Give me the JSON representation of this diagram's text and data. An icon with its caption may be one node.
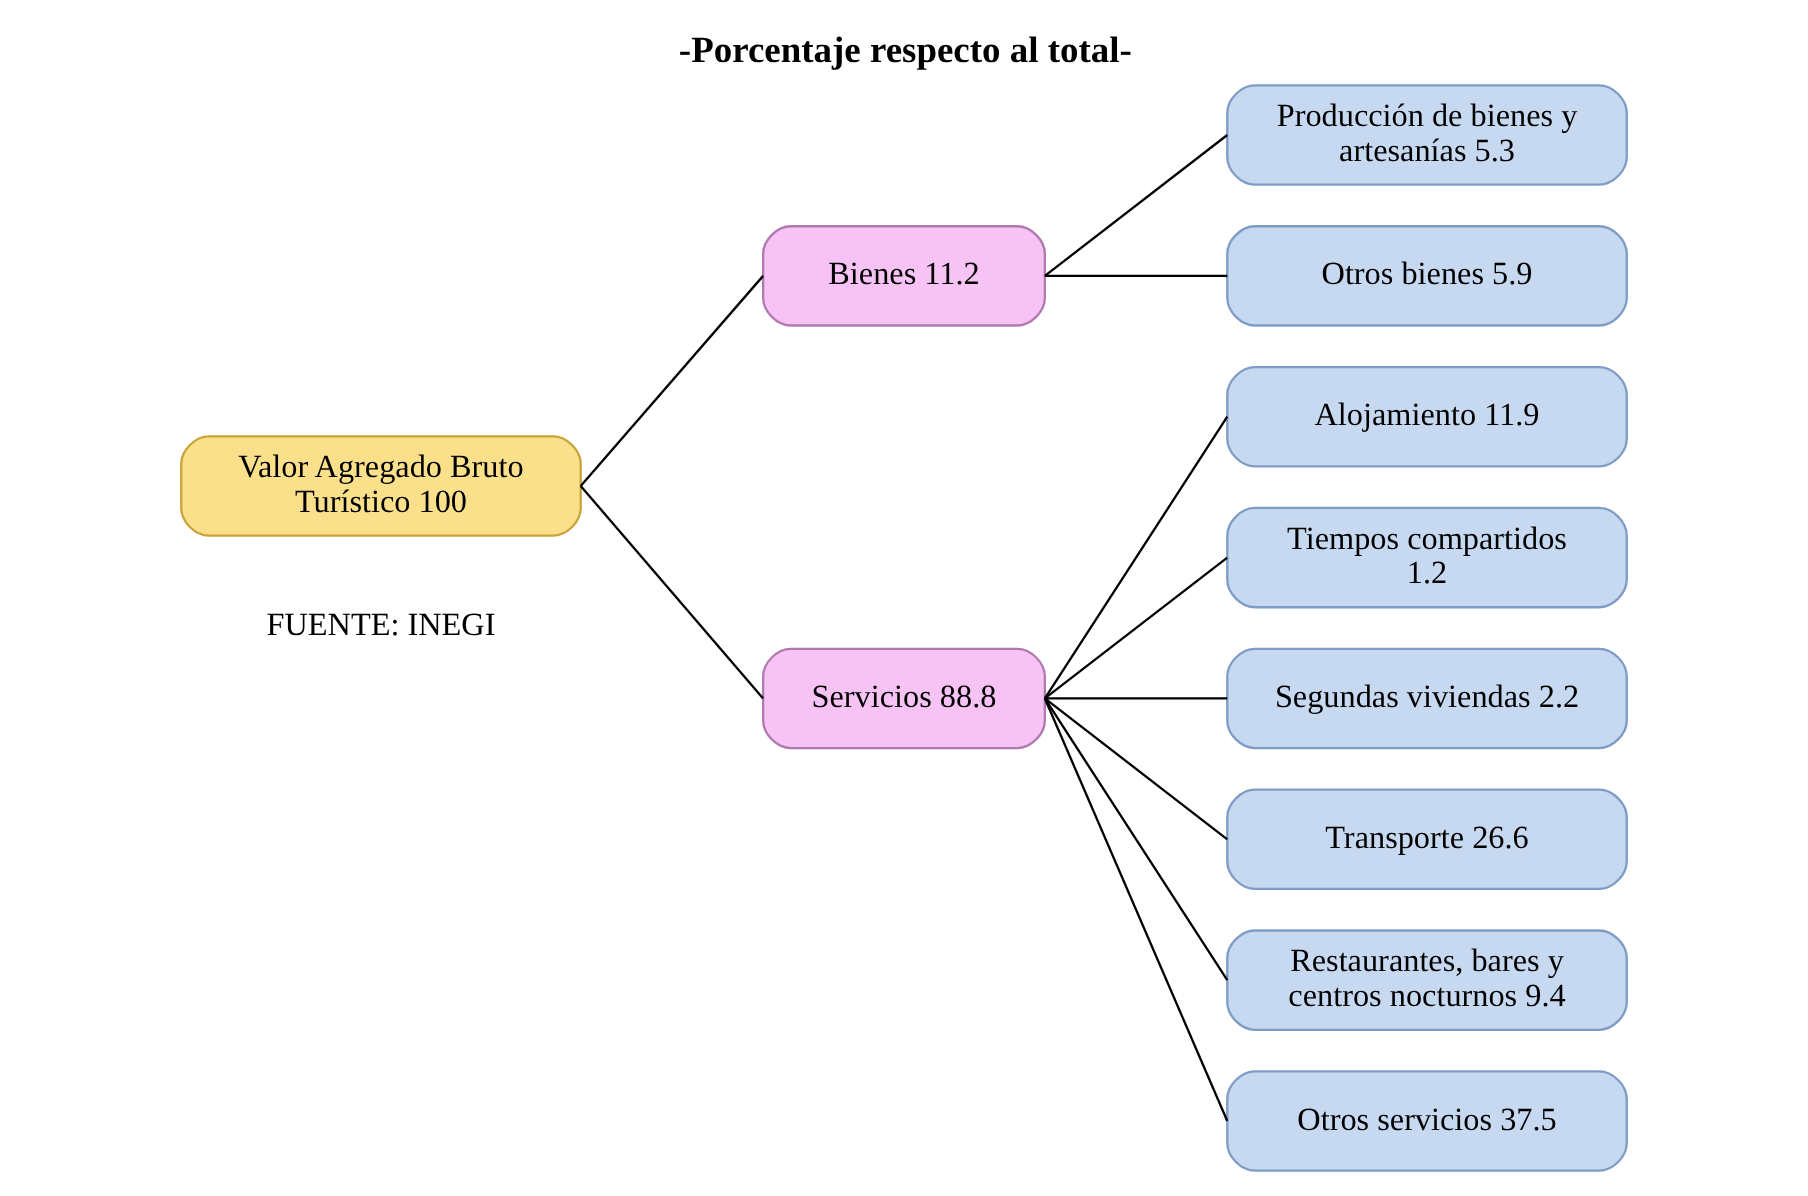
{
  "diagram": {
    "title": "-Porcentaje respecto al total-",
    "nodes": [
      {
        "text": [
          "Valor Agregado Bruto Turístico 100"
        ]
      },
      {
        "text": [
          "Bienes 11.2"
        ]
      },
      {
        "text": [
          "Servicios 88.8"
        ]
      },
      {
        "text": [
          "Producción de bienes y artesanías 5.3"
        ]
      },
      {
        "text": [
          "Otros bienes 5.9"
        ]
      },
      {
        "text": [
          "Alojamiento 11.9"
        ]
      },
      {
        "text": [
          "Tiempos compartidos 1.2"
        ]
      },
      {
        "text": [
          "Segundas viviendas 2.2"
        ]
      },
      {
        "text": [
          "Transporte 26.6"
        ]
      },
      {
        "text": [
          "Restaurantes, bares y centros nocturnos 9.4"
        ]
      },
      {
        "text": [
          "Otros servicios 37.5"
        ]
      }
    ],
    "edges": [
      {
        "from": 0,
        "to": 1,
        "arrow": "none"
      },
      {
        "from": 0,
        "to": 2,
        "arrow": "none"
      },
      {
        "from": 1,
        "to": 3,
        "arrow": "none"
      },
      {
        "from": 1,
        "to": 4,
        "arrow": "none"
      },
      {
        "from": 2,
        "to": 5,
        "arrow": "none"
      },
      {
        "from": 2,
        "to": 6,
        "arrow": "none"
      },
      {
        "from": 2,
        "to": 7,
        "arrow": "none"
      },
      {
        "from": 2,
        "to": 8,
        "arrow": "none"
      },
      {
        "from": 2,
        "to": 9,
        "arrow": "none"
      },
      {
        "from": 2,
        "to": 10,
        "arrow": "none"
      }
    ],
    "labels": [
      "FUENTE: INEGI"
    ]
  }
}
